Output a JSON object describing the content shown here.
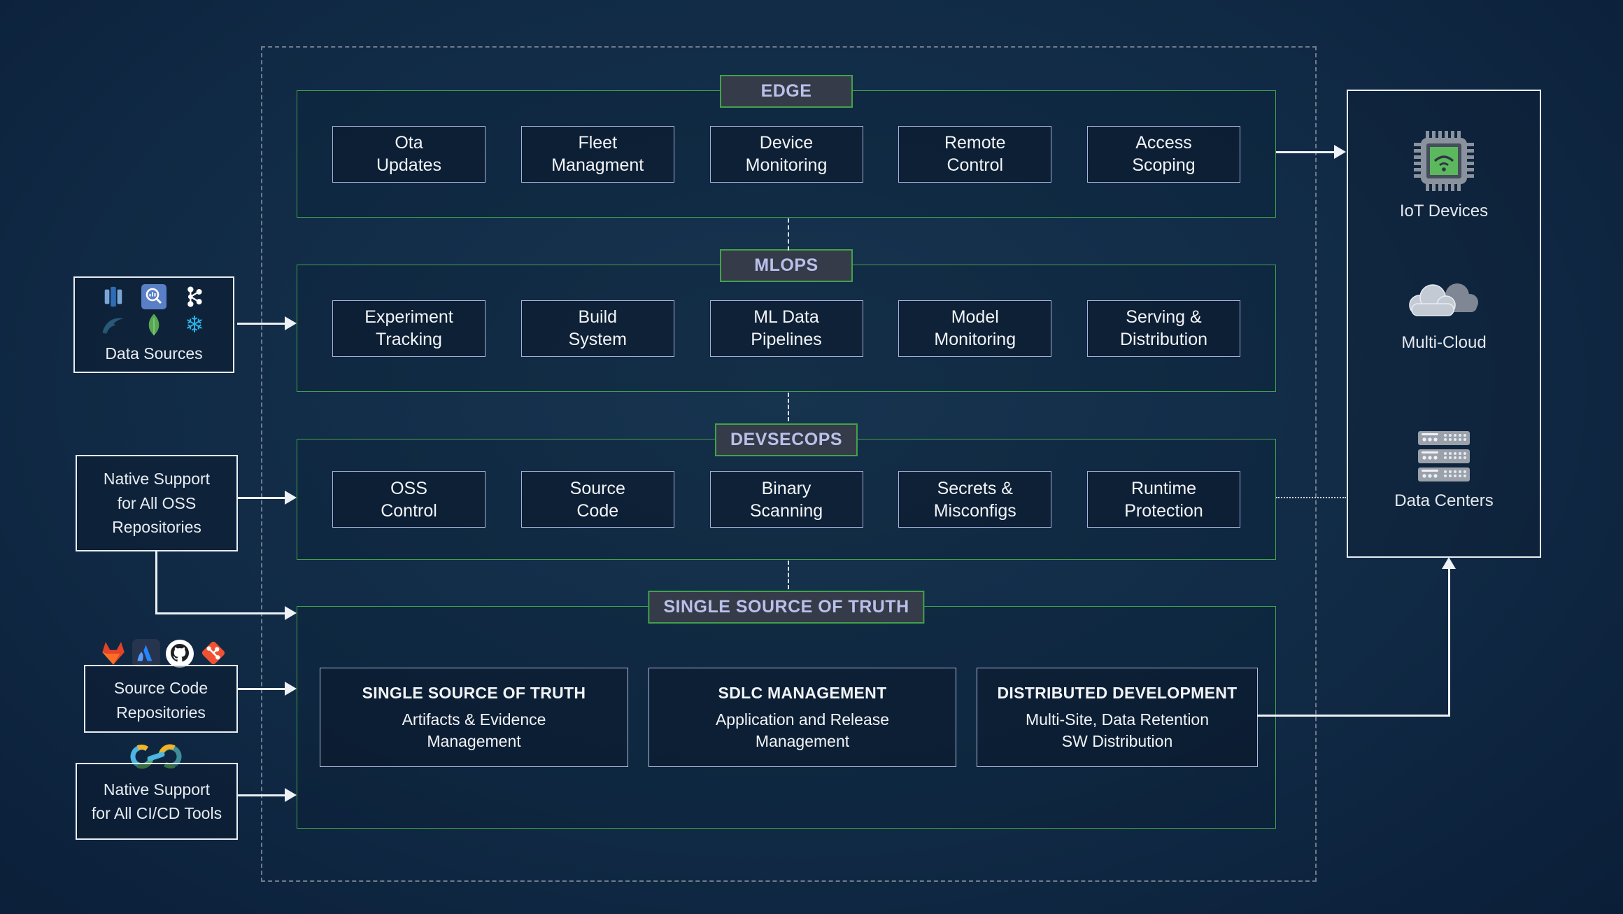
{
  "colors": {
    "background_navy": "#0b1f39",
    "accent_green": "#41a24b",
    "node_border": "#a9b2dd",
    "label_bg": "#353b48",
    "label_text": "#b9c0ea",
    "arrow_white": "#eef1f5",
    "boundary_dash": "#6e7c8c"
  },
  "sections": [
    {
      "label": "EDGE",
      "boxes": [
        {
          "line1": "Ota",
          "line2": "Updates"
        },
        {
          "line1": "Fleet",
          "line2": "Managment"
        },
        {
          "line1": "Device",
          "line2": "Monitoring"
        },
        {
          "line1": "Remote",
          "line2": "Control"
        },
        {
          "line1": "Access",
          "line2": "Scoping"
        }
      ]
    },
    {
      "label": "MLOPS",
      "boxes": [
        {
          "line1": "Experiment",
          "line2": "Tracking"
        },
        {
          "line1": "Build",
          "line2": "System"
        },
        {
          "line1": "ML Data",
          "line2": "Pipelines"
        },
        {
          "line1": "Model",
          "line2": "Monitoring"
        },
        {
          "line1": "Serving &",
          "line2": "Distribution"
        }
      ]
    },
    {
      "label": "DEVSECOPS",
      "boxes": [
        {
          "line1": "OSS",
          "line2": "Control"
        },
        {
          "line1": "Source",
          "line2": "Code"
        },
        {
          "line1": "Binary",
          "line2": "Scanning"
        },
        {
          "line1": "Secrets &",
          "line2": "Misconfigs"
        },
        {
          "line1": "Runtime",
          "line2": "Protection"
        }
      ]
    }
  ],
  "ssot": {
    "label": "SINGLE SOURCE OF TRUTH",
    "cards": [
      {
        "title": "SINGLE SOURCE OF TRUTH",
        "line1": "Artifacts & Evidence",
        "line2": "Management"
      },
      {
        "title": "SDLC MANAGEMENT",
        "line1": "Application and Release",
        "line2": "Management"
      },
      {
        "title": "DISTRIBUTED DEVELOPMENT",
        "line1": "Multi-Site, Data Retention",
        "line2": "SW Distribution"
      }
    ]
  },
  "left_panel": {
    "data_sources": {
      "label": "Data Sources",
      "icons": [
        "redshift-icon",
        "quicksight-icon",
        "kafka-icon",
        "mysql-icon",
        "mongodb-icon",
        "snowflake-icon"
      ]
    },
    "oss_support": {
      "line1": "Native Support",
      "line2": "for All OSS",
      "line3": "Repositories"
    },
    "source_code": {
      "line1": "Source Code",
      "line2": "Repositories",
      "icons": [
        "gitlab-icon",
        "atlassian-icon",
        "github-icon",
        "git-icon"
      ]
    },
    "cicd_support": {
      "line1": "Native Support",
      "line2": "for All CI/CD Tools",
      "icons": [
        "devops-infinity-icon"
      ]
    }
  },
  "right_panel": {
    "items": [
      {
        "label": "IoT Devices",
        "icon": "iot-chip-icon"
      },
      {
        "label": "Multi-Cloud",
        "icon": "multi-cloud-icon"
      },
      {
        "label": "Data Centers",
        "icon": "data-centers-icon"
      }
    ]
  }
}
